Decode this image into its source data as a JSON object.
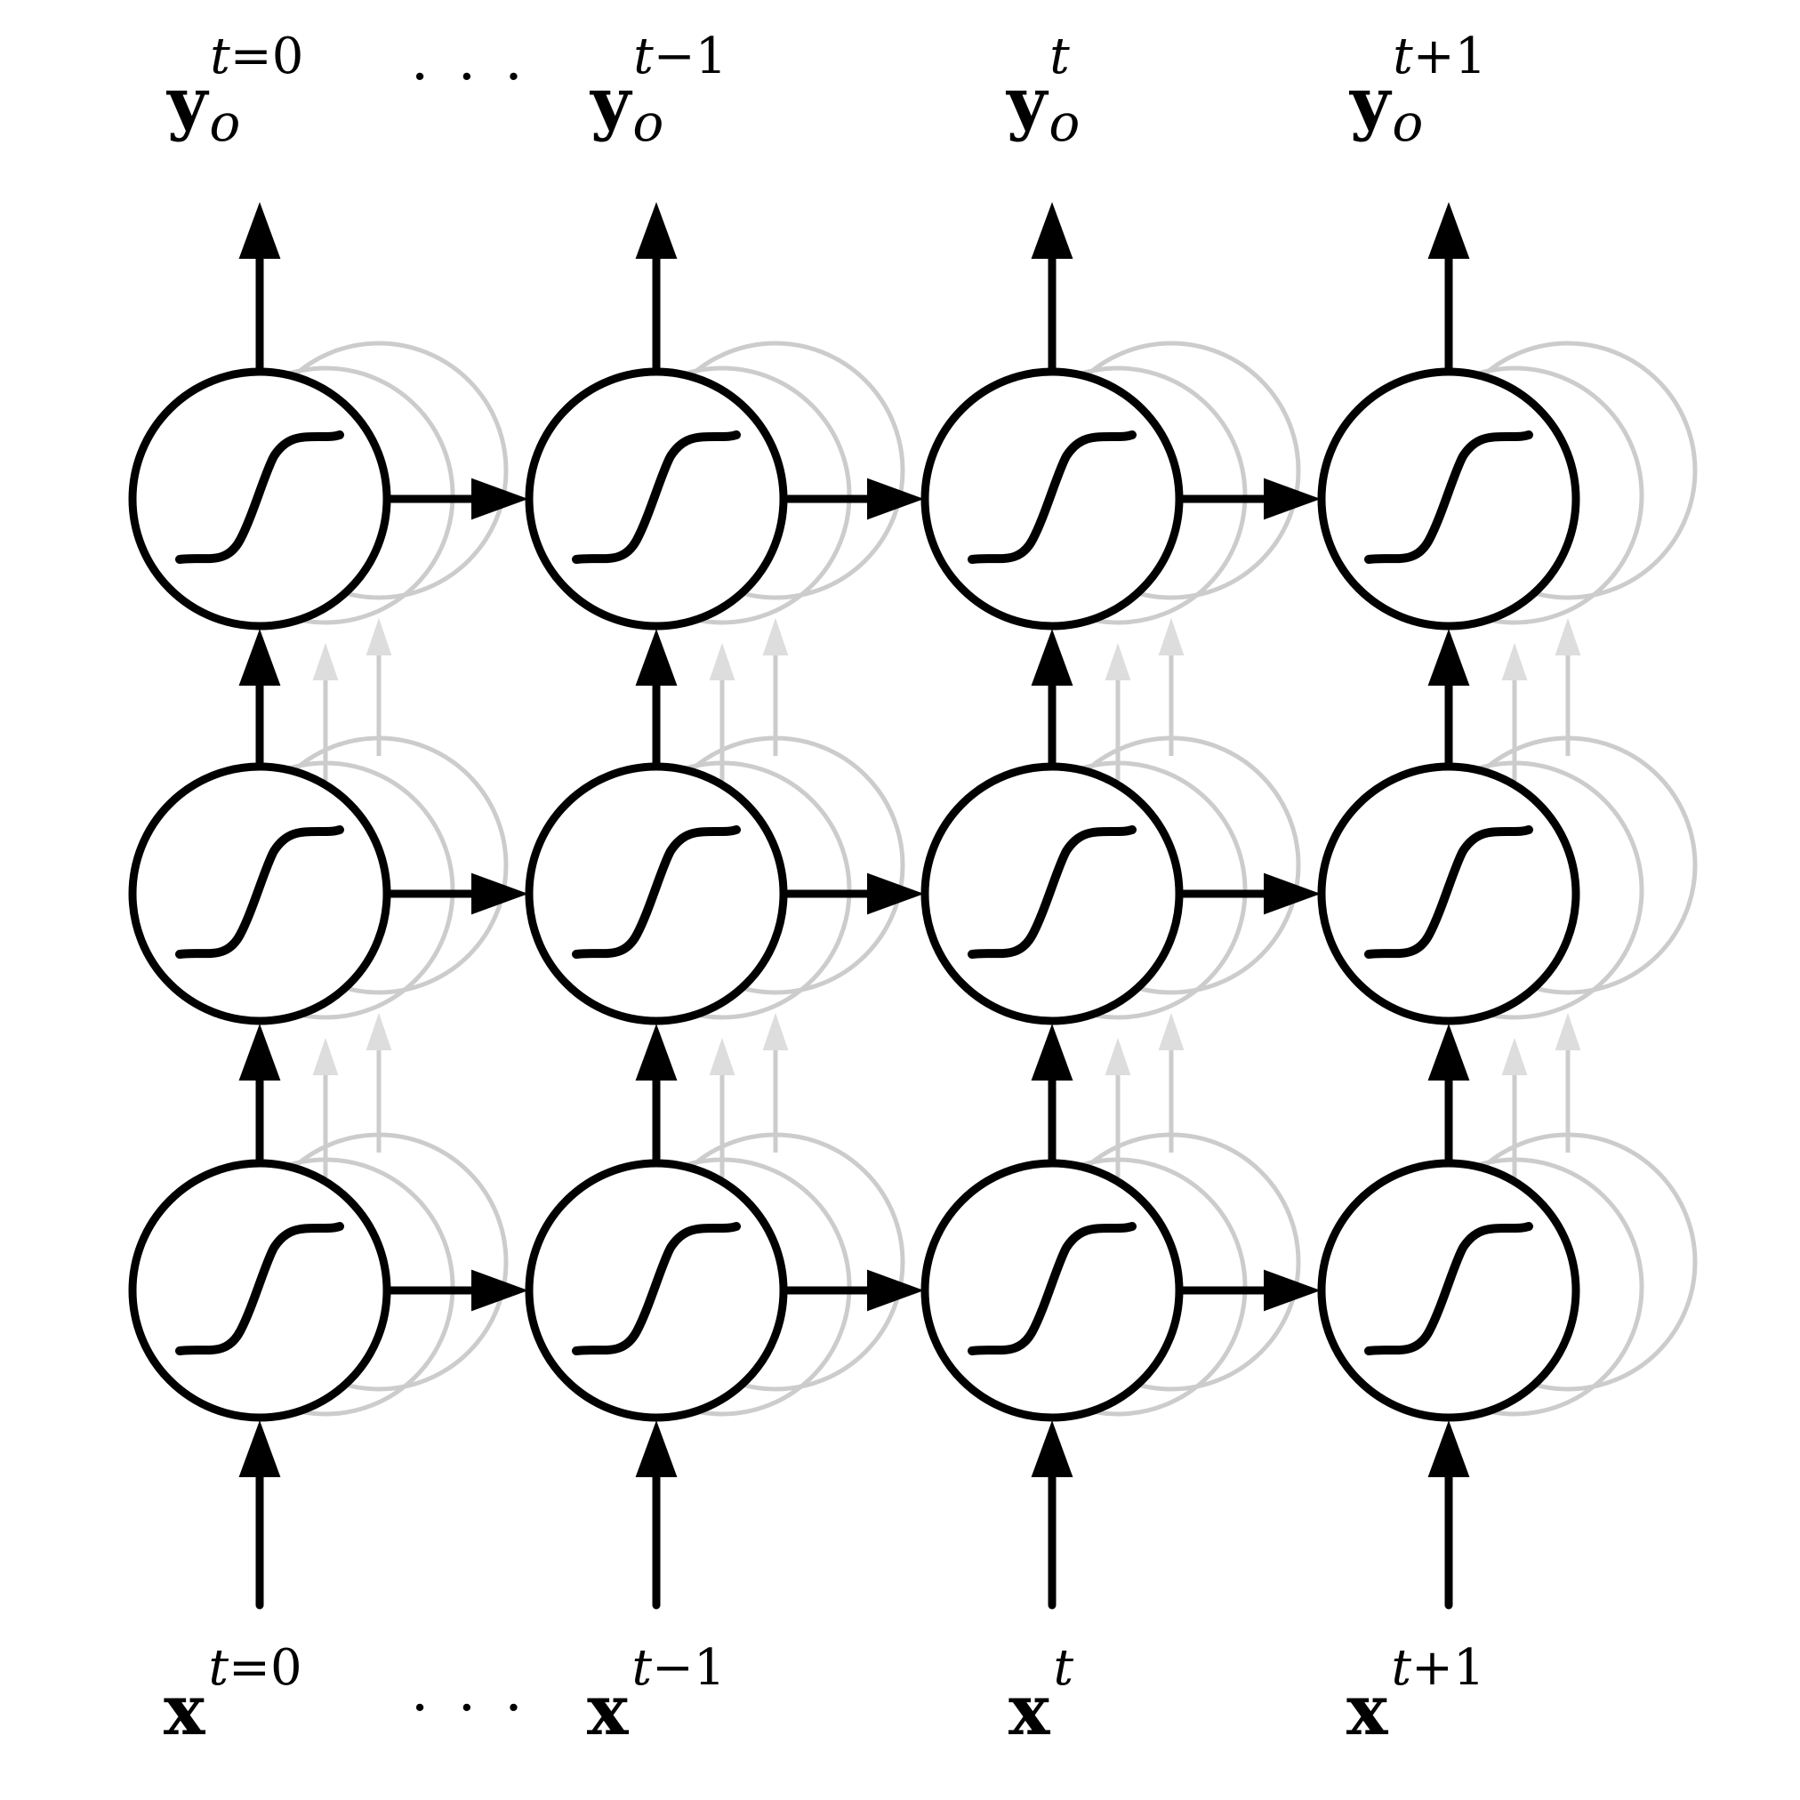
{
  "diagram": {
    "timesteps": [
      {
        "id": "t0",
        "input_base": "x",
        "input_sup_var": "t",
        "input_sup_rest": "=0",
        "output_base": "y",
        "output_sub": "o",
        "output_sup_var": "t",
        "output_sup_rest": "=0"
      },
      {
        "id": "t_minus_1",
        "input_base": "x",
        "input_sup_var": "t",
        "input_sup_rest": "−1",
        "output_base": "y",
        "output_sub": "o",
        "output_sup_var": "t",
        "output_sup_rest": "−1"
      },
      {
        "id": "t",
        "input_base": "x",
        "input_sup_var": "t",
        "input_sup_rest": "",
        "output_base": "y",
        "output_sub": "o",
        "output_sup_var": "t",
        "output_sup_rest": ""
      },
      {
        "id": "t_plus_1",
        "input_base": "x",
        "input_sup_var": "t",
        "input_sup_rest": "+1",
        "output_base": "y",
        "output_sub": "o",
        "output_sup_var": "t",
        "output_sup_rest": "+1"
      }
    ],
    "ellipsis": "· · ·",
    "layers": 3,
    "node_icon": "sigmoid-icon",
    "colors": {
      "stroke": "#000000",
      "ghost_stroke": "#cccccc",
      "ghost_fill": "#dddddd",
      "background": "#ffffff"
    }
  }
}
